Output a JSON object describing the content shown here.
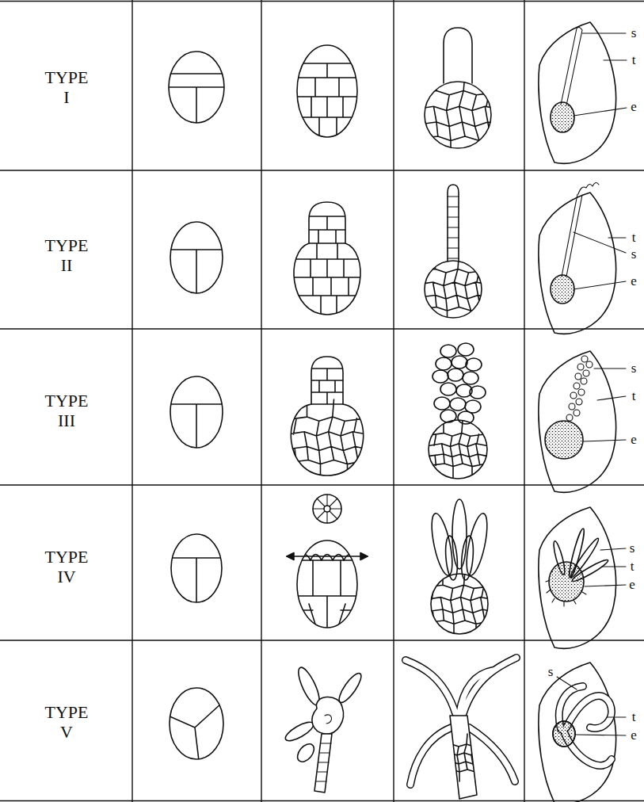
{
  "diagram": {
    "labels": [
      "TYPE I",
      "s",
      "t",
      "e",
      "TYPE II",
      "t",
      "s",
      "e",
      "TYPE III",
      "s",
      "t",
      "e",
      "TYPE IV",
      "s",
      "t",
      "e",
      "TYPE V",
      "s",
      "t",
      "e"
    ]
  }
}
